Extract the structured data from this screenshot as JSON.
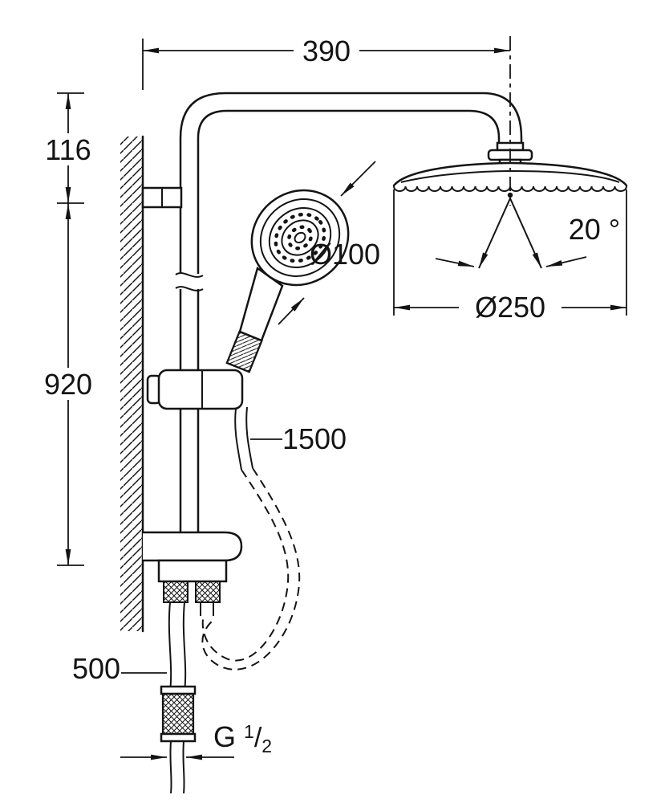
{
  "labels": {
    "top_width": "390",
    "wall_offset": "116",
    "rail_height": "920",
    "head_diameter": "Ø250",
    "spray_angle": "20 °",
    "hand_diameter": "Ø100",
    "hose_length": "1500",
    "inlet_length": "500",
    "thread": {
      "prefix": "G",
      "numerator": "1",
      "slash": "/",
      "denominator": "2"
    }
  }
}
